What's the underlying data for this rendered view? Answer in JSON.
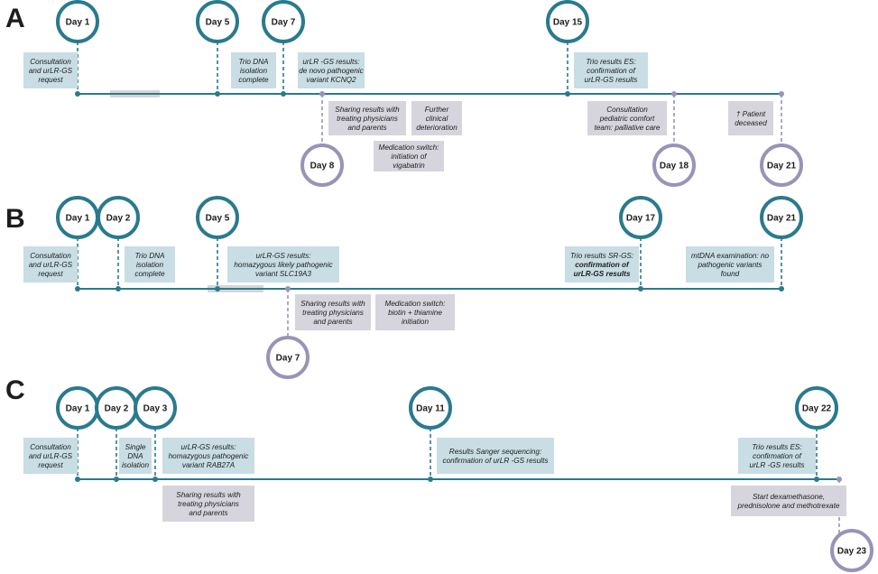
{
  "colors": {
    "teal": "#2a7a8e",
    "purple": "#9a93b7",
    "teal_box": "#c8dde4",
    "purple_box": "#d6d5dd",
    "gap": "#d6d6d6",
    "text": "#1d1d1b"
  },
  "panels": [
    {
      "letter": "A",
      "days_above": [
        "Day 1",
        "Day 5",
        "Day 7",
        "Day 15"
      ],
      "days_below": [
        "Day 8",
        "Day 18",
        "Day 21"
      ],
      "boxes_above": [
        [
          "Consultation",
          "and urLR-GS",
          "request"
        ],
        [
          "Trio DNA",
          "isolation",
          "complete"
        ],
        [
          "urLR -GS results:",
          "de novo pathogenic",
          "variant KCNQ2"
        ],
        [
          "Trio results ES:",
          "confirmation of",
          "urLR-GS results"
        ]
      ],
      "boxes_below": [
        [
          "Sharing results with",
          "treating physicians",
          "and parents"
        ],
        [
          "Further",
          "clinical",
          "deterioration"
        ],
        [
          "Medication switch:",
          "initiation of",
          "vigabatrin"
        ],
        [
          "Consultation",
          "pediatric comfort",
          "team: palliative care"
        ],
        [
          "† Patient",
          "deceased"
        ]
      ]
    },
    {
      "letter": "B",
      "days_above": [
        "Day 1",
        "Day 2",
        "Day 5",
        "Day 17",
        "Day 21"
      ],
      "days_below": [
        "Day 7"
      ],
      "boxes_above": [
        [
          "Consultation",
          "and urLR-GS",
          "request"
        ],
        [
          "Trio DNA",
          "isolation",
          "complete"
        ],
        [
          "urLR-GS results:",
          "homazygous likely pathogenic",
          "variant SLC19A3"
        ],
        [
          "Trio results SR-GS:",
          "confirmation of",
          "urLR-GS results"
        ],
        [
          "mtDNA examination: no",
          "pathogenic variants",
          "found"
        ]
      ],
      "boxes_below": [
        [
          "Sharing results with",
          "treating physicians",
          "and parents"
        ],
        [
          "Medication switch:",
          "biotin + thiamine",
          "initiation"
        ]
      ]
    },
    {
      "letter": "C",
      "days_above": [
        "Day 1",
        "Day 2",
        "Day 3",
        "Day 11",
        "Day 22"
      ],
      "days_below": [
        "Day 23"
      ],
      "boxes_above": [
        [
          "Consultation",
          "and urLR-GS",
          "request"
        ],
        [
          "Single",
          "DNA",
          "isolation"
        ],
        [
          "urLR-GS results:",
          "homazygous pathogenic",
          "variant RAB27A"
        ],
        [
          "Results Sanger sequencing:",
          "confirmation of urLR -GS results"
        ],
        [
          "Trio results ES:",
          "confirmation of",
          "urLR -GS results"
        ]
      ],
      "boxes_below": [
        [
          "Sharing results with",
          "treating physicians",
          "and parents"
        ],
        [
          "Start dexamethasone,",
          "prednisolone and methotrexate"
        ]
      ]
    }
  ]
}
